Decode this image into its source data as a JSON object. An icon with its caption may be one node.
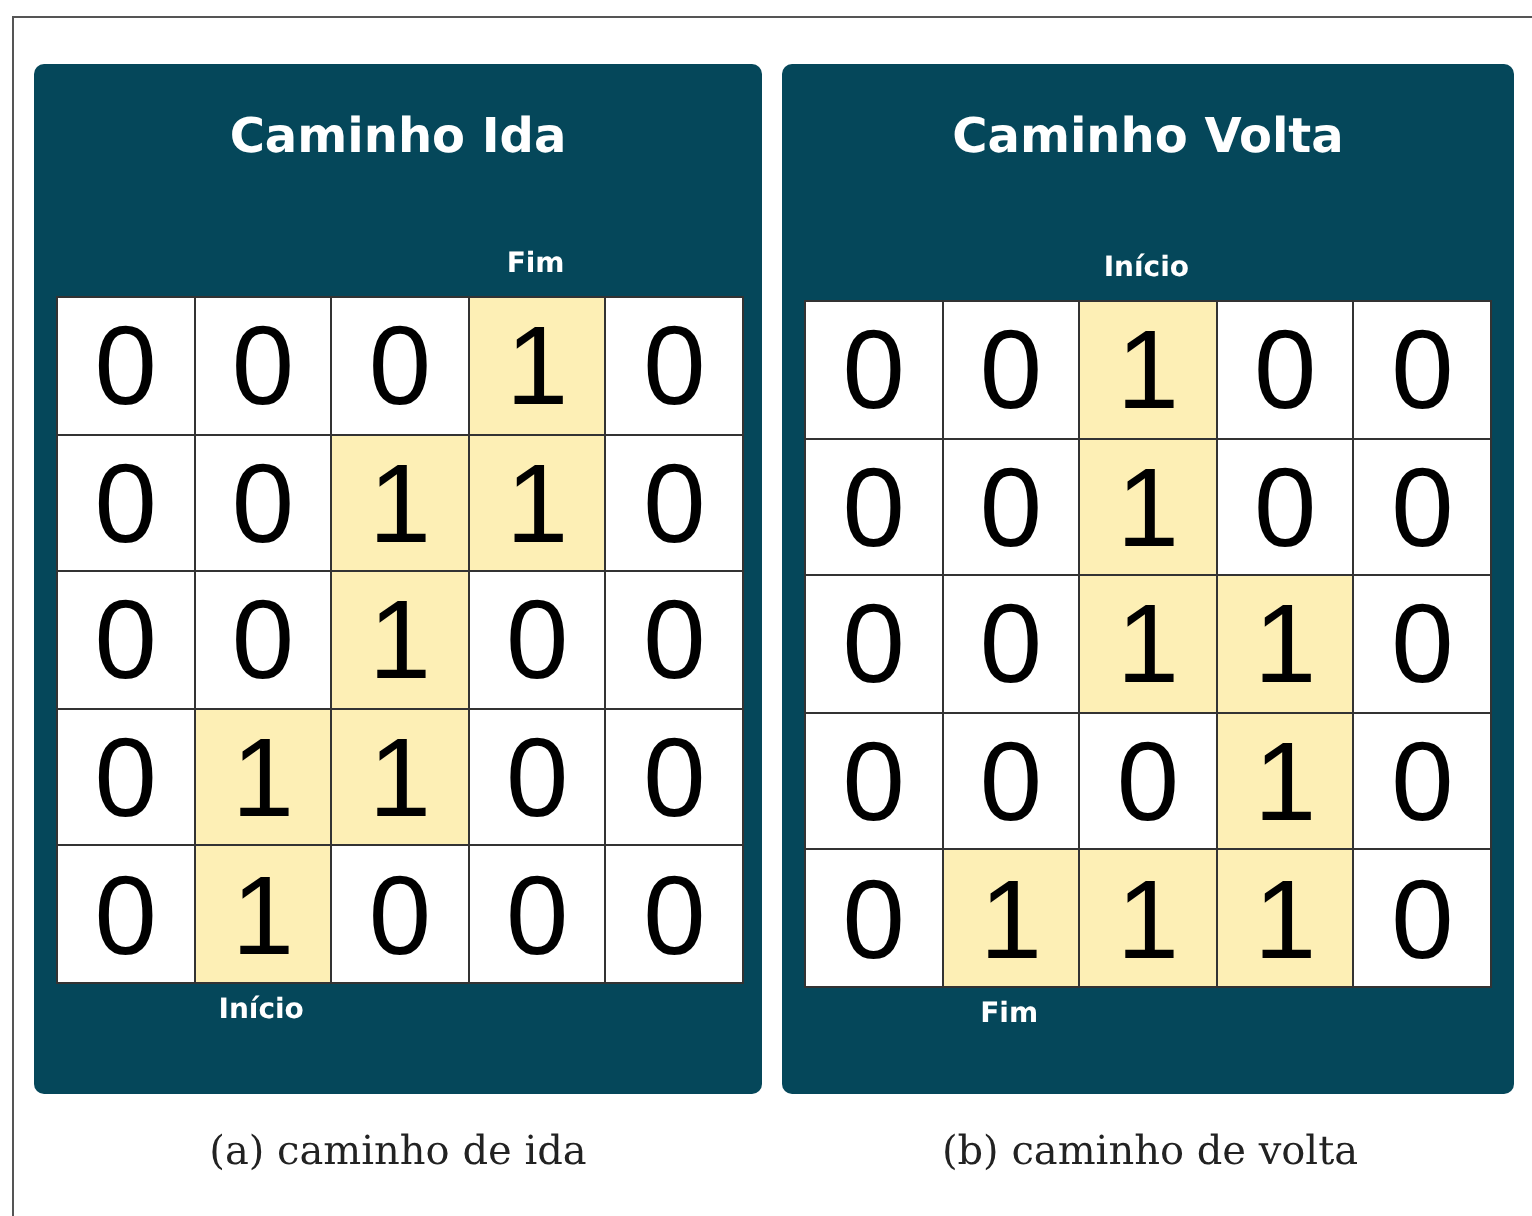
{
  "diagram": {
    "nodes": [
      {
        "text": [
          "Caminho Ida"
        ]
      },
      {
        "text": [
          "Caminho Volta"
        ]
      }
    ],
    "labels": [
      "Fim",
      "0",
      "0",
      "0",
      "1",
      "0",
      "0",
      "0",
      "1",
      "1",
      "0",
      "0",
      "0",
      "1",
      "0",
      "0",
      "0",
      "1",
      "1",
      "0",
      "0",
      "0",
      "1",
      "0",
      "0",
      "0",
      "Início",
      "Início",
      "0",
      "0",
      "1",
      "0",
      "0",
      "0",
      "0",
      "1",
      "0",
      "0",
      "0",
      "0",
      "1",
      "1",
      "0",
      "0",
      "0",
      "0",
      "1",
      "0",
      "0",
      "1",
      "1",
      "1",
      "0",
      "Fim",
      "(a) caminho de ida",
      "(b) caminho de volta"
    ]
  }
}
